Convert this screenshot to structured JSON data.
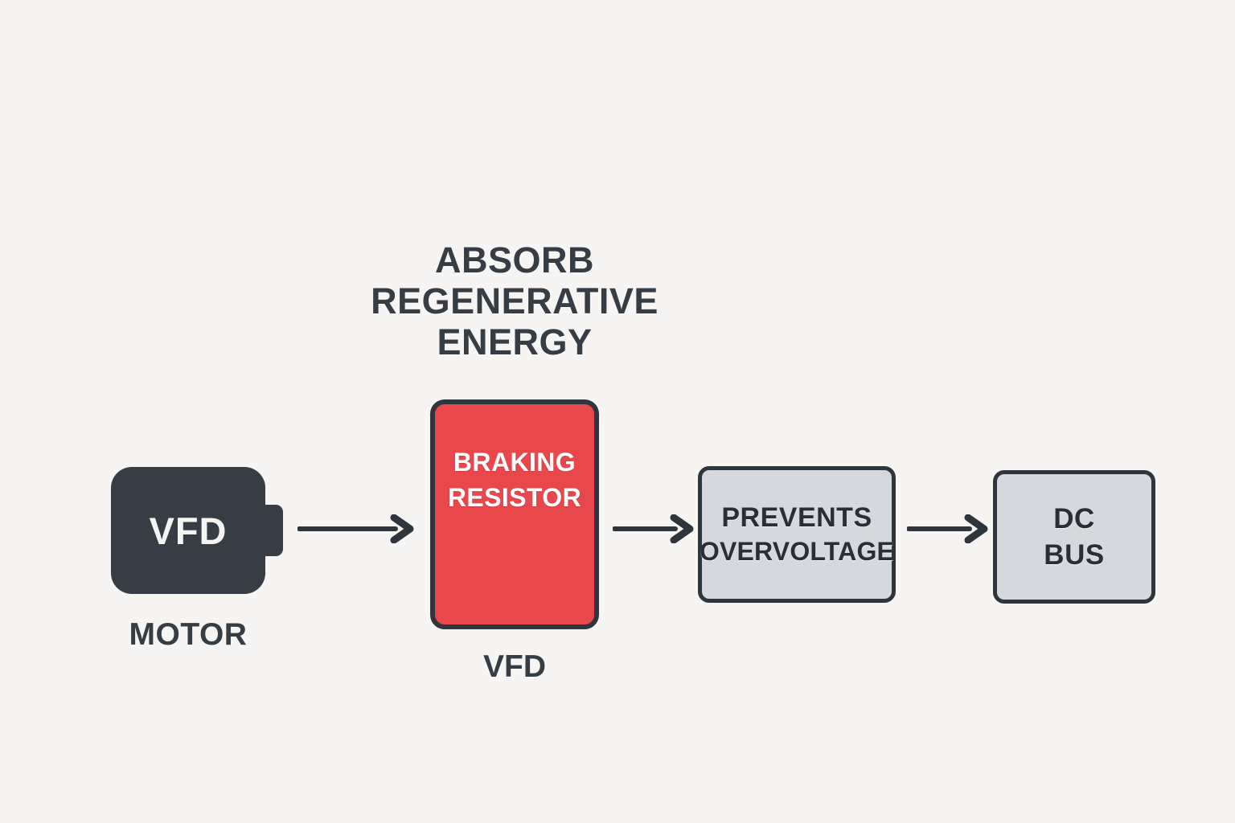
{
  "diagram": {
    "background_color": "#f6f5f3",
    "title": {
      "line1": "ABSORB",
      "line2": "REGENERATIVE",
      "line3": "ENERGY"
    },
    "nodes": [
      {
        "id": "motor",
        "shape": "rounded-rect-with-shaft-nub",
        "label": "VFD",
        "caption": "MOTOR",
        "fill_color": "#373d45",
        "text_color": "#f4f4f2"
      },
      {
        "id": "braking-resistor",
        "shape": "rounded-rect",
        "label_line1": "BRAKING",
        "label_line2": "RESISTOR",
        "caption": "VFD",
        "fill_color": "#e8474b",
        "border_color": "#2f353c",
        "text_color": "#ffffff"
      },
      {
        "id": "prevents-overvoltage",
        "shape": "rounded-rect",
        "label_line1": "PREVENTS",
        "label_line2": "OVERVOLTAGE",
        "fill_color": "#d5d8dc",
        "border_color": "#2f353c",
        "text_color": "#2a2f36"
      },
      {
        "id": "dc-bus",
        "shape": "rounded-rect",
        "label_line1": "DC",
        "label_line2": "BUS",
        "fill_color": "#d5d8dc",
        "border_color": "#2f353c",
        "text_color": "#2a2f36"
      }
    ],
    "connectors": [
      {
        "id": "arrow-1",
        "from": "motor",
        "to": "braking-resistor",
        "style": "single-head-arrow",
        "color": "#2f353c"
      },
      {
        "id": "arrow-2",
        "from": "braking-resistor",
        "to": "prevents-overvoltage",
        "style": "single-head-arrow",
        "color": "#2f353c"
      },
      {
        "id": "arrow-3",
        "from": "prevents-overvoltage",
        "to": "dc-bus",
        "style": "single-head-arrow",
        "color": "#2f353c"
      }
    ]
  }
}
